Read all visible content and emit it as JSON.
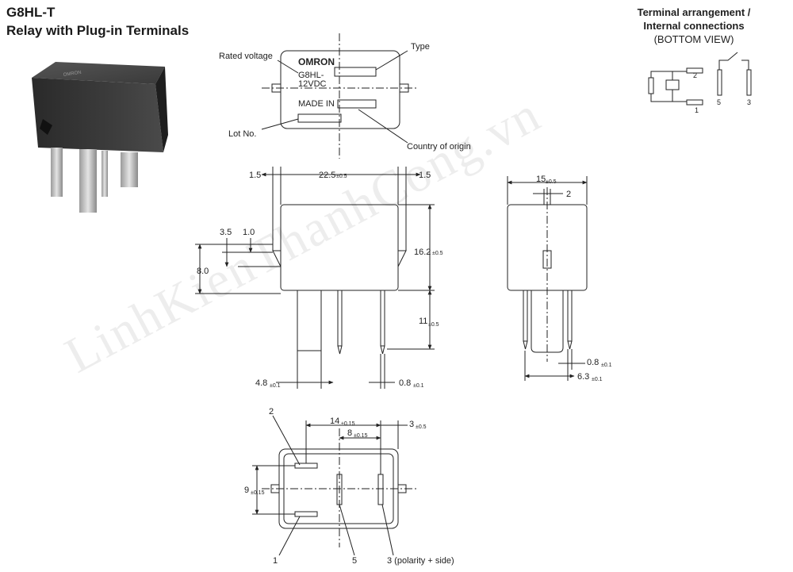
{
  "header": {
    "model": "G8HL-T",
    "subtitle": "Relay with Plug-in Terminals"
  },
  "terminal_title": {
    "line1": "Terminal arrangement /",
    "line2": "Internal connections",
    "line3": "(BOTTOM VIEW)"
  },
  "terminal_pins": {
    "p2": "2",
    "p1": "1",
    "p5": "5",
    "p3": "3"
  },
  "top_view": {
    "brand": "OMRON",
    "model_line": "G8HL-",
    "voltage_line": "12VDC",
    "made_in": "MADE IN",
    "callout_rated": "Rated voltage",
    "callout_type": "Type",
    "callout_lot": "Lot No.",
    "callout_country": "Country of origin"
  },
  "front_view": {
    "d_left": "1.5",
    "d_width": "22.5",
    "d_width_tol": "±0.5",
    "d_right": "1.5",
    "d_35": "3.5",
    "d_10": "1.0",
    "d_80": "8.0",
    "d_height": "16.2",
    "d_height_tol": "±0.5",
    "d_pin": "11",
    "d_pin_tol": "±0.5",
    "d_48": "4.8",
    "d_48_tol": "±0.1",
    "d_08": "0.8",
    "d_08_tol": "±0.1"
  },
  "side_view": {
    "d_15": "15",
    "d_15_tol": "±0.5",
    "d_2": "2",
    "d_08": "0.8",
    "d_08_tol": "±0.1",
    "d_63": "6.3",
    "d_63_tol": "±0.1"
  },
  "bottom_view": {
    "d_14": "14",
    "d_14_tol": "±0.15",
    "d_8": "8",
    "d_8_tol": "±0.15",
    "d_3": "3",
    "d_3_tol": "±0.5",
    "d_9": "9",
    "d_9_tol": "±0.15",
    "pin2": "2",
    "pin1": "1",
    "pin5": "5",
    "pin3": "3 (polarity + side)"
  },
  "watermark": "LinhKienThanhCong.vn"
}
